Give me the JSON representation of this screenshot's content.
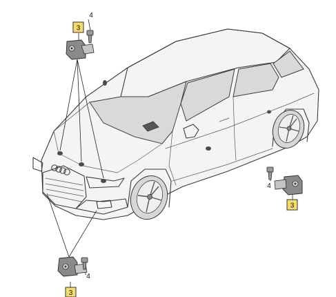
{
  "callouts": {
    "sensor_top": "3",
    "bolt_top": "4",
    "sensor_right": "3",
    "bolt_right": "4",
    "sensor_bottom": "3",
    "bolt_bottom": "4"
  },
  "colors": {
    "callout_fill": "#f5dc6e",
    "line": "#3a3a3a",
    "background": "#ffffff"
  }
}
